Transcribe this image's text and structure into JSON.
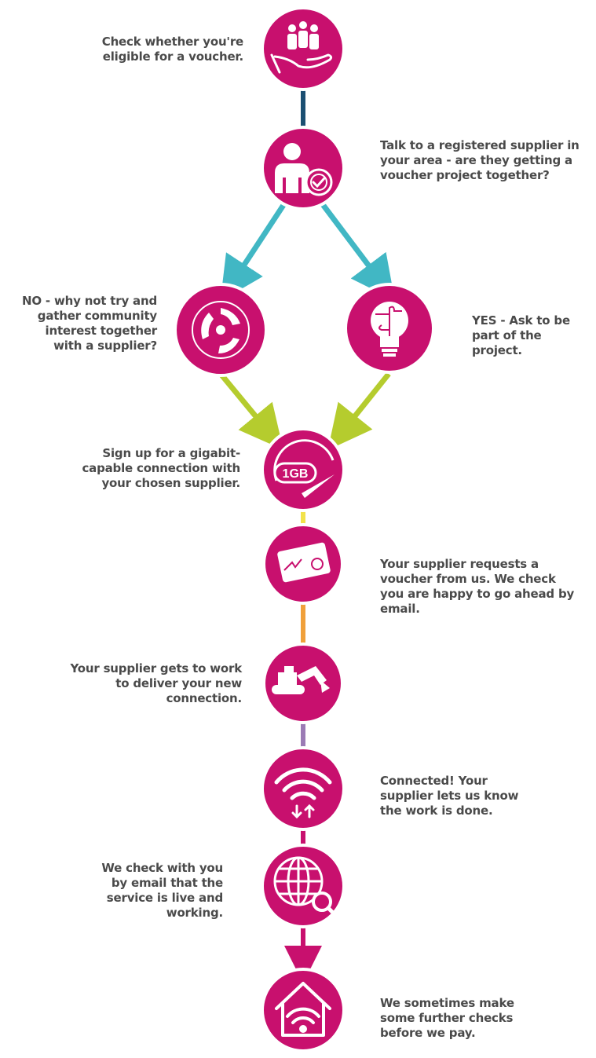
{
  "steps": [
    {
      "icon": "people-in-hand-icon",
      "text": "Check whether you're eligible for a voucher."
    },
    {
      "icon": "person-with-check-icon",
      "text": "Talk to a registered supplier in your area - are they getting a voucher project together?"
    },
    {
      "icon": "community-circle-icon",
      "text": "NO - why not try and gather community interest together with a supplier?"
    },
    {
      "icon": "lightbulb-puzzle-icon",
      "text": "YES - Ask to be part of the project."
    },
    {
      "icon": "speedometer-1gb-icon",
      "label": "1GB",
      "text": "Sign up for a gigabit-capable connection with your chosen supplier."
    },
    {
      "icon": "voucher-card-icon",
      "text": "Your supplier requests a voucher from us. We check you are happy to go ahead by email."
    },
    {
      "icon": "digger-icon",
      "text": "Your supplier gets to work to deliver your new connection."
    },
    {
      "icon": "wifi-updown-icon",
      "text": "Connected! Your supplier lets us know the work is done."
    },
    {
      "icon": "globe-search-icon",
      "text": "We check with you by email that the service is live and working."
    },
    {
      "icon": "house-wifi-icon",
      "text": "We sometimes make some further checks before we pay."
    }
  ],
  "colors": {
    "circle": "#c8106e",
    "circle_ring": "#ffffff",
    "line_navy": "#1b4f72",
    "line_teal": "#41b7c4",
    "line_lime": "#b5cc2e",
    "line_yellow": "#f2e24a",
    "line_orange": "#f0a03a",
    "line_purple": "#9b7bb5",
    "line_magenta": "#c8106e",
    "text": "#4a4a4a"
  }
}
